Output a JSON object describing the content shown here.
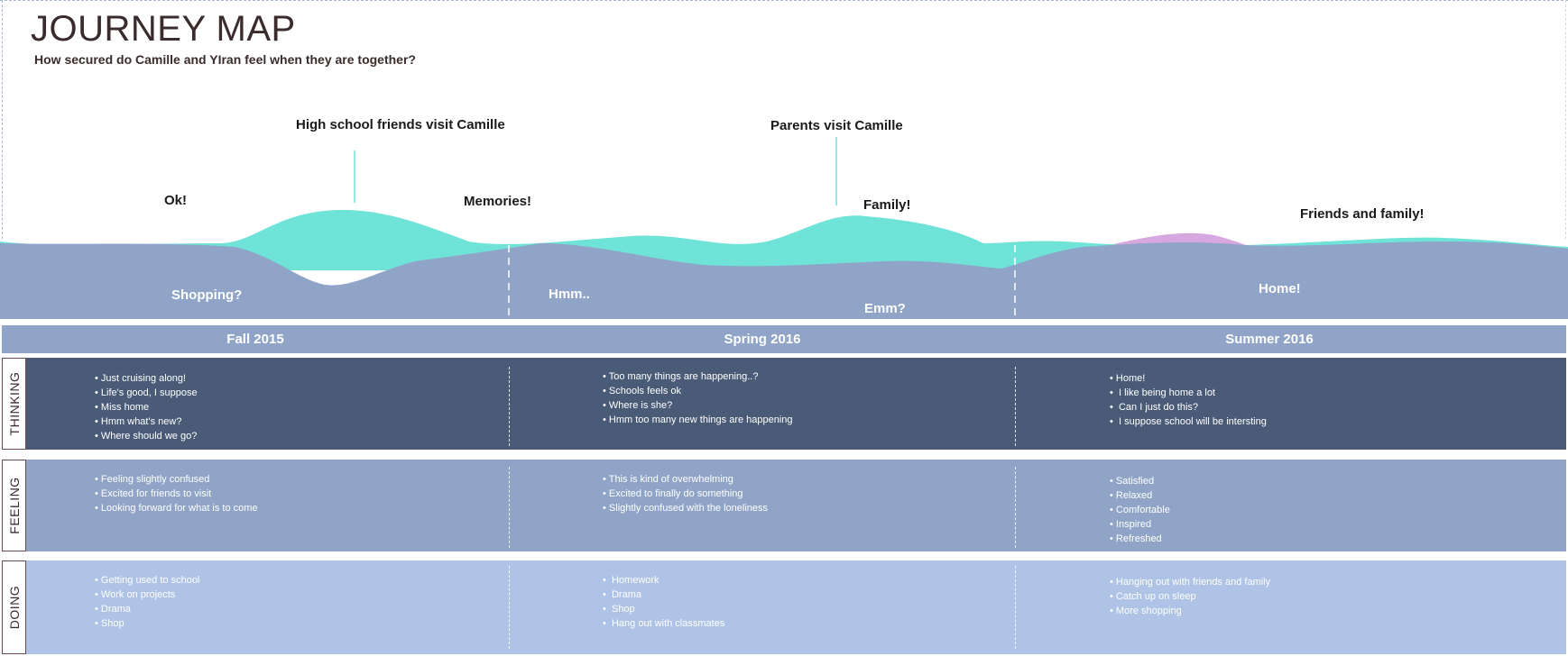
{
  "title": "JOURNEY MAP",
  "subtitle": "How secured do Camille and YIran feel when they are together?",
  "colors": {
    "high_wave": "#6fe3d8",
    "low_wave": "#8fa4c7",
    "pink_wave": "#d7a8df",
    "thinking_band": "#4a5b77",
    "feeling_band": "#8fa4c7",
    "doing_band": "#aec3e5",
    "title_text": "#3a2c2c"
  },
  "events": [
    {
      "label": "High school friends visit Camille"
    },
    {
      "label": "Parents visit Camille"
    }
  ],
  "high_moods": [
    "Ok!",
    "Memories!",
    "Family!",
    "Friends and family!"
  ],
  "low_moods": [
    "Shopping?",
    "Hmm..",
    "Emm?",
    "Home!"
  ],
  "seasons": [
    "Fall 2015",
    "Spring 2016",
    "Summer 2016"
  ],
  "bands": {
    "thinking": {
      "label": "THINKING",
      "columns": [
        [
          "Just cruising along!",
          "Life's good, I suppose",
          "Miss home",
          "Hmm what's new?",
          "Where should we go?"
        ],
        [
          "Too many things are happening..?",
          "Schools feels ok",
          "Where is she?",
          "Hmm too many new things are happening"
        ],
        [
          "Home!",
          " I like being home a lot",
          " Can I just do this?",
          " I suppose school will be intersting"
        ]
      ]
    },
    "feeling": {
      "label": "FEELING",
      "columns": [
        [
          "Feeling slightly confused",
          "Excited for friends to visit",
          "Looking forward for what is to come"
        ],
        [
          "This is kind of overwhelming",
          "Excited to finally do something",
          "Slightly confused with the loneliness"
        ],
        [
          "Satisfied",
          "Relaxed",
          "Comfortable",
          "Inspired",
          "Refreshed"
        ]
      ]
    },
    "doing": {
      "label": "DOING",
      "columns": [
        [
          "Getting used to school",
          "Work on projects",
          "Drama",
          "Shop"
        ],
        [
          " Homework",
          " Drama",
          " Shop",
          " Hang out with classmates"
        ],
        [
          "Hanging out with friends and family",
          "Catch up on sleep",
          "More shopping"
        ]
      ]
    }
  }
}
